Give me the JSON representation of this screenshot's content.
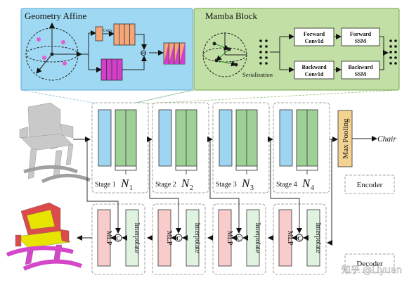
{
  "diagram": {
    "geometry_affine": {
      "title": "Geometry Affine",
      "copy_label": "Copy",
      "op_symbol": "⊖"
    },
    "mamba_block": {
      "title": "Mamba Block",
      "serialization_label": "Serialization",
      "forward_conv": [
        "Forward",
        "Conv1d"
      ],
      "forward_ssm": [
        "Forward",
        "SSM"
      ],
      "backward_conv": [
        "Backward",
        "Conv1d"
      ],
      "backward_ssm": [
        "Backward",
        "SSM"
      ]
    },
    "encoder": {
      "label": "Encoder",
      "stages": [
        {
          "label": "Stage 1",
          "n_base": "N",
          "n_sub": "1"
        },
        {
          "label": "Stage 2",
          "n_base": "N",
          "n_sub": "2"
        },
        {
          "label": "Stage 3",
          "n_base": "N",
          "n_sub": "3"
        },
        {
          "label": "Stage 4",
          "n_base": "N",
          "n_sub": "4"
        }
      ],
      "max_pooling": "Max Pooling",
      "output_label": "Chair"
    },
    "decoder": {
      "label": "Decoder",
      "mlp_label": "MLP",
      "interpolate_label": "Interpolate",
      "concat_symbol": "C"
    },
    "watermark": "知乎 @Liyuan",
    "colors": {
      "ga_bg": "#9fd8f2",
      "mamba_bg": "#c2dfa5",
      "blue_block": "#9ed6f1",
      "green_block": "#9ed196",
      "orange_block": "#f5a77a",
      "magenta_block": "#d33fcb",
      "mlp_block": "#f9cccc",
      "interp_block": "#dff3e0",
      "maxpool_block": "#f3d391",
      "point_gray": "#c9c9c9",
      "seg_yellow": "#e6e400",
      "seg_magenta": "#d447c9",
      "seg_red": "#dd4a4a"
    }
  }
}
